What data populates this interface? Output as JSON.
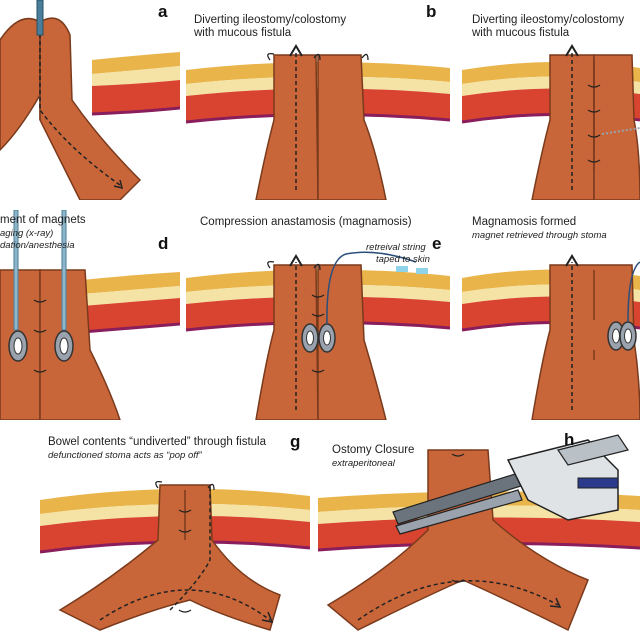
{
  "panels": {
    "a": {
      "letter": "a"
    },
    "b": {
      "letter": "b",
      "title_line1": "Diverting ileostomy/colostomy",
      "title_line2": "with mucous fistula"
    },
    "c": {
      "title_line1": "Diverting ileostomy/colostomy",
      "title_line2": "with mucous fistula"
    },
    "d": {
      "letter": "d",
      "title": "ment of magnets",
      "sub1": "aging (x-ray)",
      "sub2": "dation/anesthesia"
    },
    "e": {
      "letter": "e",
      "title": "Compression anastamosis (magnamosis)",
      "callout1": "retreival string",
      "callout2": "taped to skin"
    },
    "f": {
      "title": "Magnamosis formed",
      "sub": "magnet retrieved through stoma"
    },
    "g": {
      "letter": "g",
      "title": "Bowel contents “undiverted” through fistula",
      "sub": "defunctioned stoma acts as “pop off”"
    },
    "h": {
      "letter": "h",
      "title": "Ostomy Closure",
      "sub": "extraperitoneal"
    }
  },
  "colors": {
    "bowel": "#c8663a",
    "bowel_edge": "#7a3a1c",
    "skin": "#e9b54a",
    "fat": "#f5e3a6",
    "muscle": "#d8442f",
    "peritoneum": "#8a1d5c",
    "magnet": "#9aa3ad",
    "device": "#b9c0c6"
  }
}
